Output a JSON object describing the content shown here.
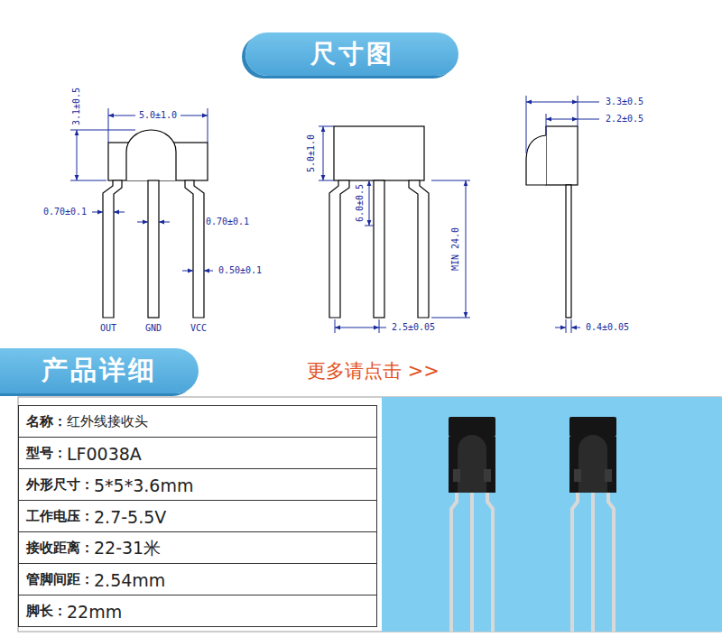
{
  "diagram": {
    "nodes": [
      {
        "text": [
          "尺寸图"
        ]
      },
      {
        "text": [
          "产品详细"
        ]
      }
    ],
    "labels": [
      "5.0±1.0",
      "3.1±0.5",
      "0.70±0.1",
      "0.70±0.1",
      "0.50±0.1",
      "OUT",
      "GND",
      "VCC",
      "5.0±1.0",
      "6.0±0.5",
      "MIN 24.0",
      "2.5±0.05",
      "3.3±0.5",
      "2.2±0.5",
      "0.4±0.05",
      "更多请点击 >>",
      "名称：",
      "红外线接收头",
      "型号：",
      "LF0038A",
      "外形尺寸：",
      "5*5*3.6mm",
      "工作电压：",
      "2.7-5.5V",
      "接收距离：",
      "22-31米",
      "管脚间距：",
      "2.54mm",
      "脚长：",
      "22mm"
    ]
  }
}
